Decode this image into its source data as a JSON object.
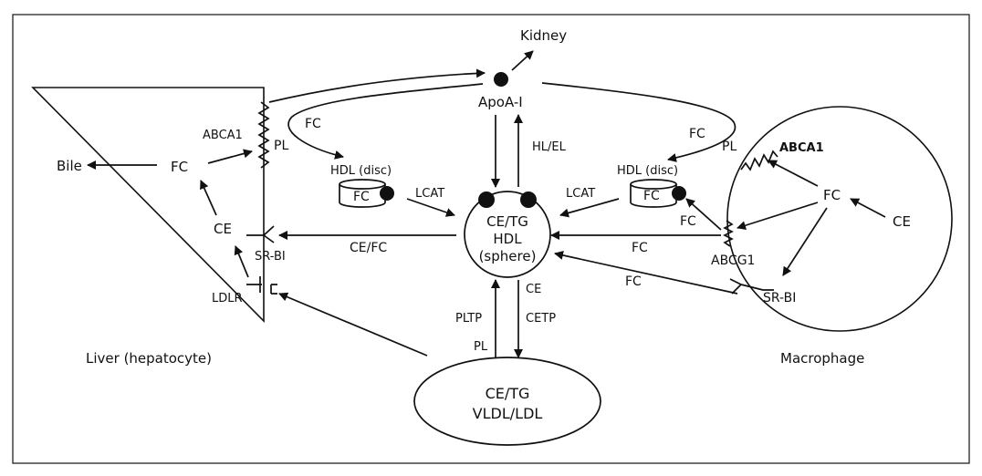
{
  "diagram": {
    "apoa1": "ApoA-I",
    "kidney": "Kidney",
    "liver": {
      "caption": "Liver (hepatocyte)",
      "bile": "Bile",
      "fc": "FC",
      "ce": "CE",
      "abca1": "ABCA1",
      "pl": "PL",
      "srbi": "SR-BI",
      "ldlr": "LDLR"
    },
    "center": {
      "fc_left_arc": "FC",
      "fc_right_arc": "FC",
      "disc_left_label": "HDL (disc)",
      "disc_left_fc": "FC",
      "disc_right_label": "HDL (disc)",
      "disc_right_fc": "FC",
      "lcat_left": "LCAT",
      "lcat_right": "LCAT",
      "hl_el": "HL/EL",
      "hdl_line1": "CE/TG",
      "hdl_line2": "HDL",
      "hdl_line3": "(sphere)",
      "ce_fc": "CE/FC",
      "pltp": "PLTP",
      "pl": "PL",
      "ce": "CE",
      "cetp": "CETP",
      "vldl_line1": "CE/TG",
      "vldl_line2": "VLDL/LDL"
    },
    "macrophage": {
      "caption": "Macrophage",
      "pl": "PL",
      "abca1": "ABCA1",
      "fc": "FC",
      "ce": "CE",
      "fc_to_disc": "FC",
      "abcg1": "ABCG1",
      "fc_abcg1": "FC",
      "fc_srbi": "FC",
      "srbi": "SR-BI"
    }
  }
}
